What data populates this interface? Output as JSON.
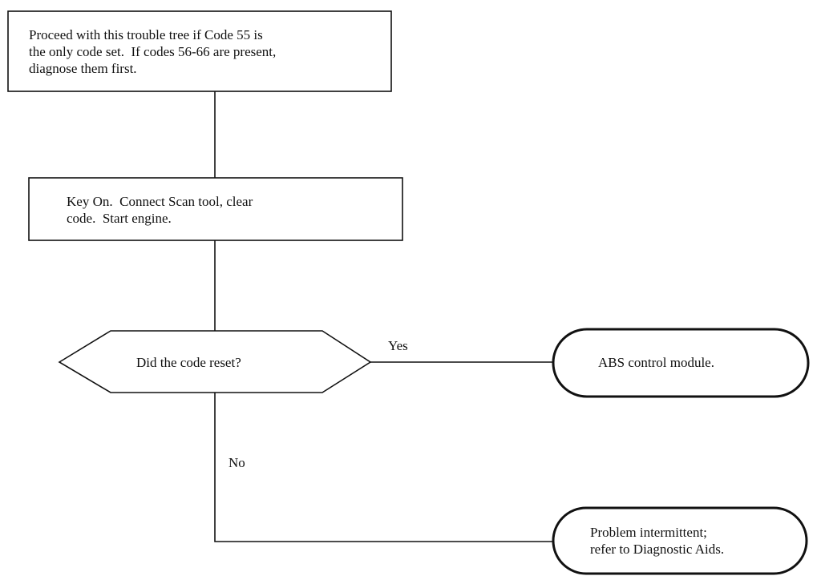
{
  "nodes": {
    "intro": {
      "lines": [
        "Proceed with this trouble tree if Code 55 is",
        "the only code set.  If codes 56-66 are present,",
        "diagnose them first."
      ]
    },
    "step1": {
      "lines": [
        "Key On.  Connect Scan tool, clear",
        "code.  Start engine."
      ]
    },
    "decision": {
      "label": "Did the code reset?"
    },
    "result_yes": {
      "label": "ABS control module."
    },
    "result_no": {
      "lines": [
        "Problem intermittent;",
        "refer to Diagnostic Aids."
      ]
    }
  },
  "edges": {
    "yes_label": "Yes",
    "no_label": "No"
  },
  "colors": {
    "ink": "#111111",
    "background": "#ffffff"
  }
}
